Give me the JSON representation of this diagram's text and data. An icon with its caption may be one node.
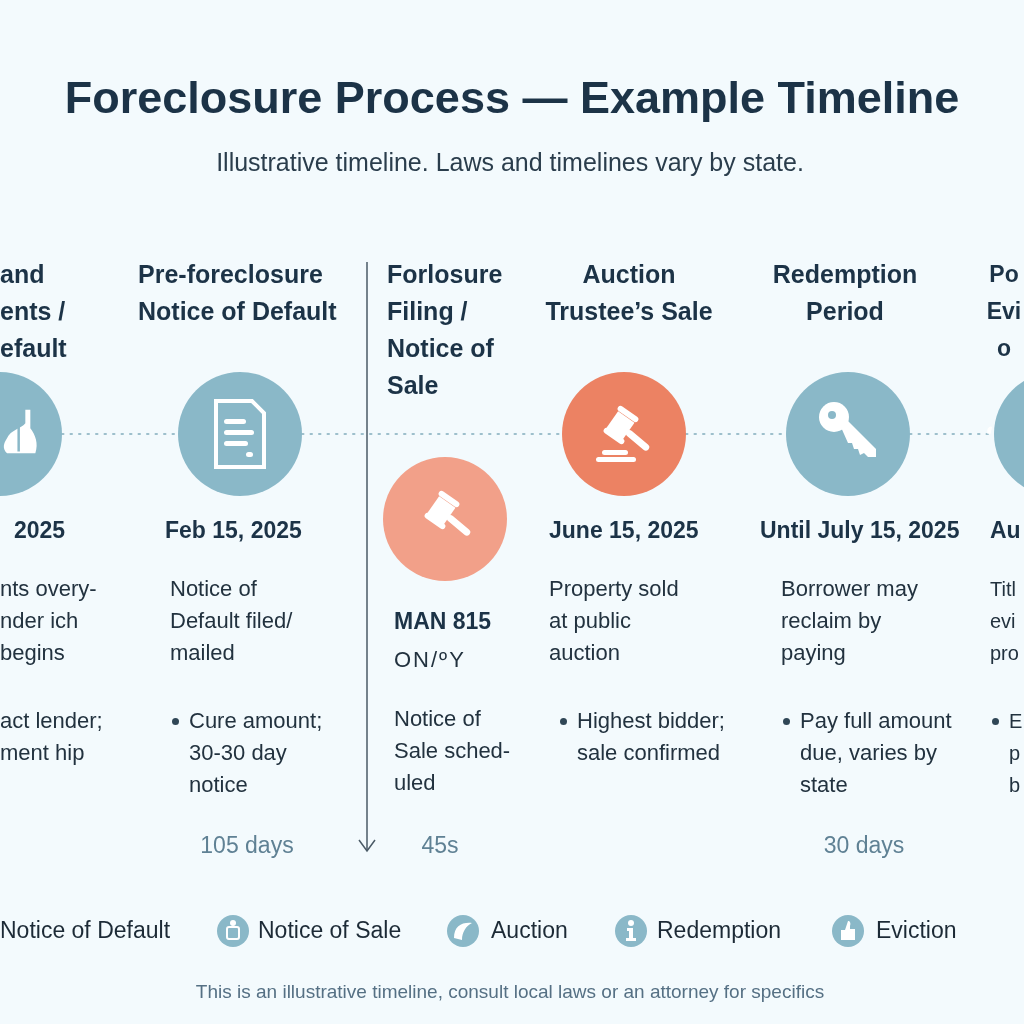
{
  "diagram": {
    "title": "Foreclosure Process — Example Timeline",
    "nodes": [
      {
        "text": [],
        "shape": "circle",
        "beside": [
          "and ents / efault",
          "2025",
          "nts overy- nder ich begins",
          "act lender; ment hip"
        ]
      },
      {
        "text": [],
        "shape": "circle",
        "beside": [
          "Pre-foreclosure Notice of Default",
          "Feb 15, 2025",
          "Notice of Default filed/ mailed",
          "Cure amount; 30-30 day notice"
        ]
      },
      {
        "text": [],
        "shape": "circle",
        "beside": [
          "Forlosure Filing / Notice of Sale",
          "MAN 815",
          "ON/ºY",
          "Notice of Sale sched- uled"
        ]
      },
      {
        "text": [],
        "shape": "circle",
        "beside": [
          "Auction Trustee’s Sale",
          "June 15, 2025",
          "Property sold at public auction",
          "Highest bidder; sale confirmed"
        ]
      },
      {
        "text": [],
        "shape": "circle",
        "beside": [
          "Redemption Period",
          "Until July 15, 2025",
          "Borrower may reclaim by paying",
          "Pay full amount due, varies by state"
        ]
      },
      {
        "text": [],
        "shape": "circle",
        "beside": [
          "Po Evi o",
          "Au",
          "Titl evi pro",
          "E p b"
        ]
      }
    ],
    "edges": [
      {
        "from": 0,
        "to": 1,
        "arrow": "none",
        "style": "dashed"
      },
      {
        "from": 1,
        "to": 3,
        "arrow": "none",
        "style": "dashed"
      },
      {
        "from": 3,
        "to": 4,
        "arrow": "none",
        "style": "dashed"
      },
      {
        "from": 4,
        "to": 5,
        "arrow": "none",
        "style": "dashed"
      }
    ],
    "labels": [
      "Illustrative timeline. Laws and timelines vary by state.",
      "105 days",
      "45s",
      "30 days",
      "This is an illustrative timeline, consult local laws or an attorney for specifics"
    ],
    "legend": [
      {
        "text": "Notice of Default"
      },
      {
        "text": "Notice of Sale"
      },
      {
        "text": "Auction"
      },
      {
        "text": "Redemption"
      },
      {
        "text": "Eviction"
      }
    ]
  }
}
